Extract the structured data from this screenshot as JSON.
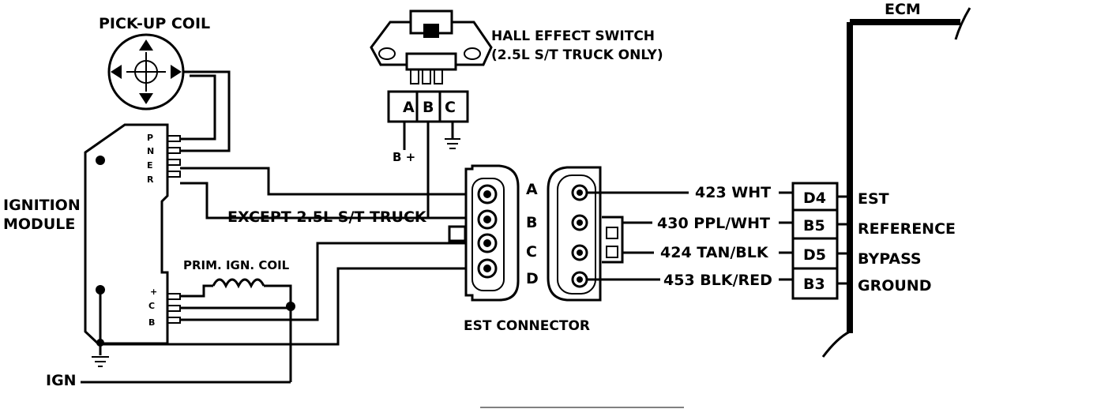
{
  "labels": {
    "pickup_coil": "PICK-UP COIL",
    "hall_switch_line1": "HALL EFFECT SWITCH",
    "hall_switch_line2": "(2.5L S/T TRUCK ONLY)",
    "ecm": "ECM",
    "ignition_line1": "IGNITION",
    "ignition_line2": "MODULE",
    "except_truck": "EXCEPT 2.5L S/T TRUCK",
    "prim_coil": "PRIM. IGN. COIL",
    "est_connector": "EST CONNECTOR",
    "ign": "IGN",
    "b_plus": "B +"
  },
  "module_pins_top": [
    "P",
    "N",
    "E",
    "R"
  ],
  "module_pins_bottom": [
    "+",
    "C",
    "B"
  ],
  "hall_pins": [
    "A",
    "B",
    "C"
  ],
  "est_pins": [
    "A",
    "B",
    "C",
    "D"
  ],
  "wires": [
    {
      "circuit": "423 WHT",
      "pin": "D4",
      "signal": "EST"
    },
    {
      "circuit": "430 PPL/WHT",
      "pin": "B5",
      "signal": "REFERENCE"
    },
    {
      "circuit": "424 TAN/BLK",
      "pin": "D5",
      "signal": "BYPASS"
    },
    {
      "circuit": "453 BLK/RED",
      "pin": "B3",
      "signal": "GROUND"
    }
  ]
}
